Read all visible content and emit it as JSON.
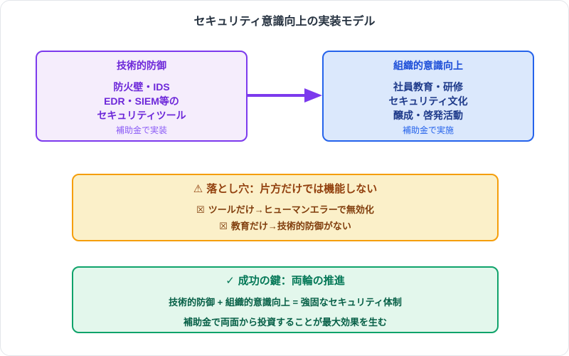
{
  "page": {
    "title": "セキュリティ意識向上の実装モデル"
  },
  "colors": {
    "title_text": "#263240",
    "purple_border": "#7c3aed",
    "purple_bg": "#f5edfc",
    "purple_text": "#6d28d9",
    "purple_footer": "#8b5cf6",
    "blue_border": "#2563eb",
    "blue_bg": "#dbe8fc",
    "blue_title": "#1d4ed8",
    "blue_text": "#1e3a8a",
    "yellow_border": "#f59e0b",
    "yellow_bg": "#fbf0c9",
    "yellow_title": "#92400e",
    "yellow_text": "#803d0c",
    "green_border": "#10a36b",
    "green_bg": "#e3f7ec",
    "green_title": "#047857",
    "green_text": "#065f46",
    "arrow": "#7c3aed"
  },
  "boxes": {
    "technical": {
      "title": "技術的防御",
      "lines": [
        "防火壁・IDS",
        "EDR・SIEM等の",
        "セキュリティツール"
      ],
      "footer": "補助金で実装"
    },
    "organizational": {
      "title": "組織的意識向上",
      "lines": [
        "社員教育・研修",
        "セキュリティ文化",
        "醸成・啓発活動"
      ],
      "footer": "補助金で実施"
    },
    "pitfall": {
      "warning_icon": "⚠",
      "title": "落とし穴：片方だけでは機能しない",
      "items": [
        {
          "icon": "☒",
          "text": "ツールだけ→ヒューマンエラーで無効化"
        },
        {
          "icon": "☒",
          "text": "教育だけ→技術的防御がない"
        }
      ]
    },
    "success": {
      "check_icon": "✓",
      "title": "成功の鍵：両輪の推進",
      "lines": [
        "技術的防御 + 組織的意識向上 = 強固なセキュリティ体制",
        "補助金で両面から投資することが最大効果を生む"
      ]
    }
  }
}
